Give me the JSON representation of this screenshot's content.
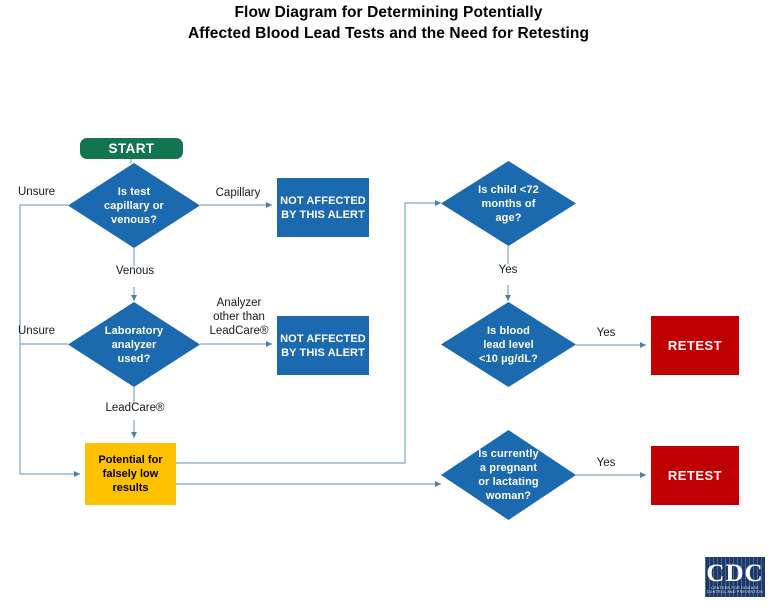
{
  "title": {
    "line1": "Flow Diagram for Determining Potentially",
    "line2": "Affected Blood Lead Tests and the Need for Retesting"
  },
  "colors": {
    "start_green": "#13754F",
    "node_blue": "#1B69AF",
    "retest_red": "#C00000",
    "warning_yellow": "#FFC000",
    "connector": "#7FA8C6",
    "cdc_navy": "#1B3A6B"
  },
  "nodes": {
    "start": {
      "label": "START",
      "type": "terminator"
    },
    "q_capillary_or_venous": {
      "label": "Is test\ncapillary or\nvenous?",
      "type": "decision"
    },
    "not_affected_1": {
      "label": "NOT AFFECTED\nBY THIS ALERT",
      "type": "process"
    },
    "q_lab_analyzer": {
      "label": "Laboratory\nanalyzer\nused?",
      "type": "decision"
    },
    "not_affected_2": {
      "label": "NOT AFFECTED\nBY THIS ALERT",
      "type": "process"
    },
    "potential_falsely_low": {
      "label": "Potential for\nfalsely low\nresults",
      "type": "warning"
    },
    "q_child_under_72_months": {
      "label": "Is child <72\nmonths of\nage?",
      "type": "decision"
    },
    "q_blood_lead_level": {
      "label": "Is blood\nlead level\n<10 µg/dL?",
      "type": "decision"
    },
    "q_pregnant_or_lactating": {
      "label": "Is currently\na pregnant\nor lactating\nwoman?",
      "type": "decision"
    },
    "retest_1": {
      "label": "RETEST",
      "type": "action"
    },
    "retest_2": {
      "label": "RETEST",
      "type": "action"
    }
  },
  "edge_labels": {
    "unsure_1": "Unsure",
    "unsure_2": "Unsure",
    "capillary": "Capillary",
    "venous": "Venous",
    "analyzer_other": "Analyzer\nother than\nLeadCare®",
    "leadcare": "LeadCare®",
    "yes_age": "Yes",
    "yes_lead": "Yes",
    "yes_pregnant": "Yes"
  },
  "logo": {
    "letters": "CDC",
    "tagline": "CENTERS FOR DISEASE\nCONTROL AND PREVENTION"
  }
}
